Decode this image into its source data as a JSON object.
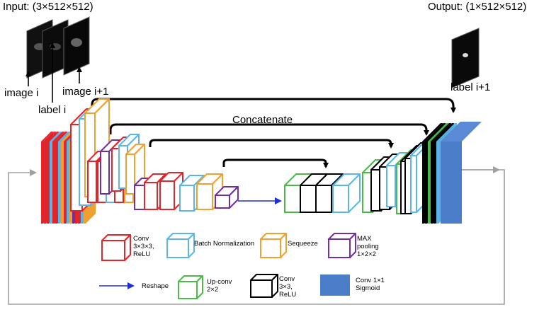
{
  "title_input": "Input: (3×512×512)",
  "title_output": "Output: (1×512×512)",
  "inputs": {
    "image_i": "image i",
    "label_i": "label i",
    "image_i1": "image i+1"
  },
  "output_label": "label i+1",
  "concatenate": "Concatenate",
  "legend": {
    "conv": "Conv\n3×3×3,\nReLU",
    "batch_norm": "Batch Normalization",
    "squeeze": "Sequeeze",
    "max_pool": "MAX\npooling\n1×2×2",
    "reshape": "Reshape",
    "upconv": "Up-conv\n2×2",
    "conv3": "Conv\n3×3,\nReLU",
    "conv_sigmoid": "Conv  1×1\nSigmoid"
  },
  "colors": {
    "conv": "#e0262b",
    "batch_norm": "#5bb5e8",
    "squeeze": "#f0a030",
    "max_pool": "#7030a0",
    "upconv": "#4cb848",
    "conv3": "#000000",
    "sigmoid": "#4a7ec8",
    "reshape_arrow": "#1f2fd6",
    "feedback": "#a0a0a0"
  }
}
